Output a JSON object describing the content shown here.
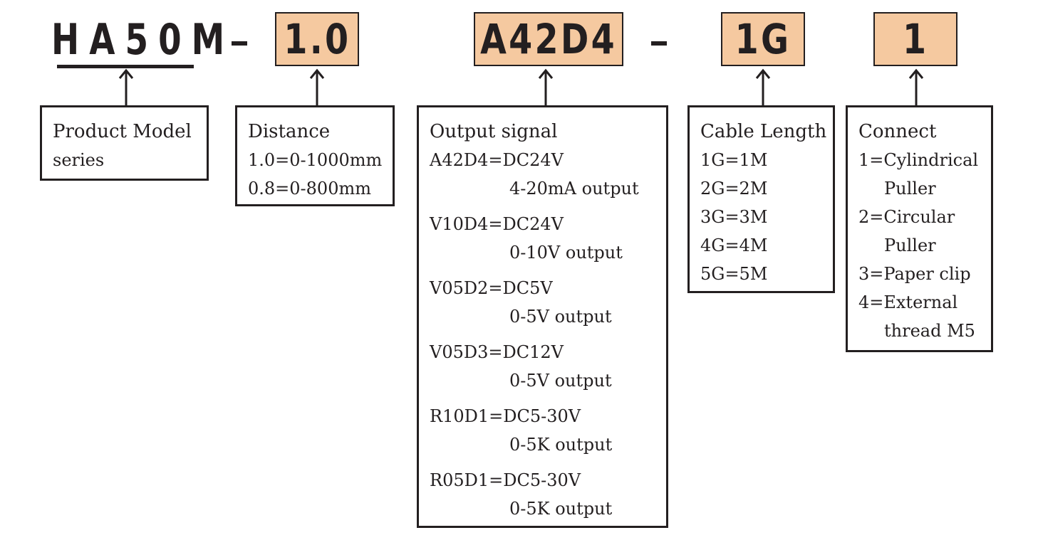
{
  "model_code": {
    "series": "HA50M",
    "distance": "1.0",
    "output": "A42D4",
    "cable": "1G",
    "connect": "1",
    "separator": "-"
  },
  "boxes": {
    "series": {
      "title": "Product Model",
      "line": "series"
    },
    "distance": {
      "title": "Distance",
      "items": [
        "1.0=0-1000mm",
        "0.8=0-800mm"
      ]
    },
    "output": {
      "title": "Output signal",
      "items": [
        {
          "code": "A42D4=DC24V",
          "desc": "4-20mA output"
        },
        {
          "code": "V10D4=DC24V",
          "desc": "0-10V output"
        },
        {
          "code": "V05D2=DC5V",
          "desc": "0-5V output"
        },
        {
          "code": "V05D3=DC12V",
          "desc": "0-5V output"
        },
        {
          "code": "R10D1=DC5-30V",
          "desc": "0-5K output"
        },
        {
          "code": "R05D1=DC5-30V",
          "desc": "0-5K output"
        }
      ]
    },
    "cable": {
      "title": "Cable Length",
      "items": [
        "1G=1M",
        "2G=2M",
        "3G=3M",
        "4G=4M",
        "5G=5M"
      ]
    },
    "connect": {
      "title": "Connect",
      "items": [
        {
          "code": "1=Cylindrical",
          "cont": "Puller"
        },
        {
          "code": "2=Circular",
          "cont": "Puller"
        },
        {
          "code": "3=Paper clip",
          "cont": ""
        },
        {
          "code": "4=External",
          "cont": "thread M5"
        }
      ]
    }
  },
  "colors": {
    "code_fill": "#f5c9a0",
    "ink": "#231f20"
  }
}
